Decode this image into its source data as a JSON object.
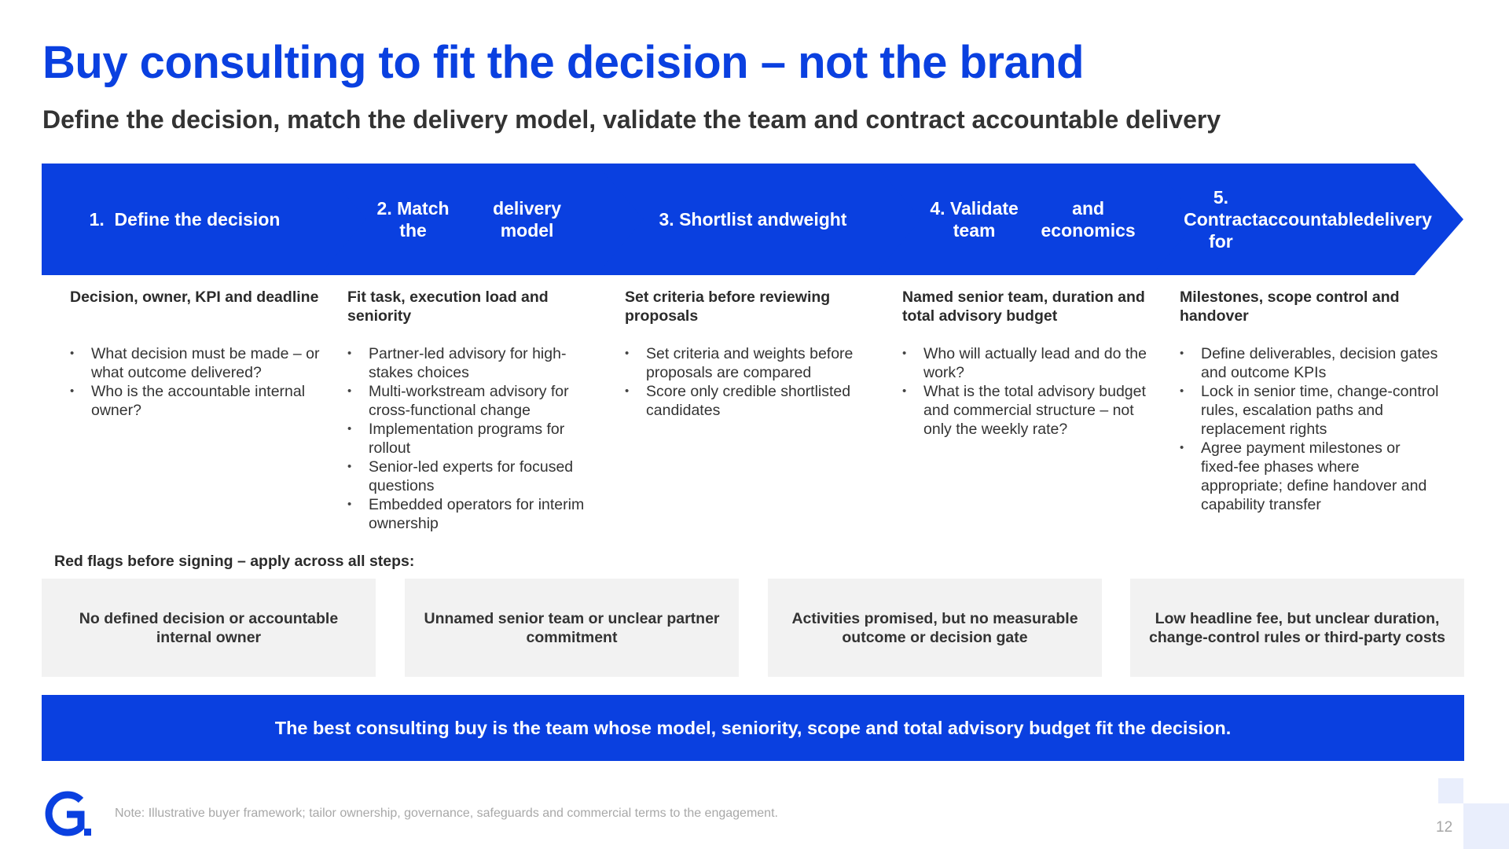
{
  "title": "Buy consulting to fit the decision – not the brand",
  "subtitle": "Define the decision, match the delivery model, validate the team and contract accountable delivery",
  "steps": [
    {
      "label_lines": [
        "1.  Define the decision"
      ],
      "heading": "Decision, owner, KPI and deadline",
      "bullets": [
        "What decision must be made – or what outcome delivered?",
        "Who is the accountable internal owner?"
      ]
    },
    {
      "label_lines": [
        "2. Match the",
        "delivery model"
      ],
      "heading": "Fit task, execution load and seniority",
      "bullets": [
        "Partner-led advisory for high-stakes choices",
        "Multi-workstream advisory for cross-functional change",
        "Implementation programs for rollout",
        "Senior-led experts for focused questions",
        "Embedded operators for interim ownership"
      ]
    },
    {
      "label_lines": [
        "3. Shortlist and",
        "weight"
      ],
      "heading": "Set criteria before reviewing proposals",
      "bullets": [
        "Set criteria and weights before proposals are compared",
        "Score only credible shortlisted candidates"
      ]
    },
    {
      "label_lines": [
        "4. Validate team",
        "and economics"
      ],
      "heading": "Named senior team, duration and total advisory budget",
      "bullets": [
        "Who will actually lead and do the work?",
        "What is the total advisory budget and commercial structure – not only the weekly rate?"
      ]
    },
    {
      "label_lines": [
        "5. Contract for",
        "accountable",
        "delivery"
      ],
      "heading": "Milestones, scope control and handover",
      "bullets": [
        "Define deliverables, decision gates and outcome KPIs",
        "Lock in senior time, change-control rules, escalation paths and replacement rights",
        "Agree payment milestones or fixed-fee phases where appropriate; define handover and capability transfer"
      ]
    }
  ],
  "red_flags": {
    "label": "Red flags before signing – apply across all steps:",
    "items": [
      "No defined decision or accountable internal owner",
      "Unnamed senior team or unclear partner commitment",
      "Activities promised, but no measurable outcome or decision gate",
      "Low headline fee, but unclear duration, change-control rules or third-party costs"
    ]
  },
  "banner": "The best consulting buy is the team whose model, seniority, scope and total advisory budget fit the decision.",
  "footer": {
    "note": "Note: Illustrative buyer framework; tailor ownership, governance, safeguards and commercial terms to the engagement.",
    "page_number": "12"
  },
  "colors": {
    "accent": "#0a40e0",
    "flag_bg": "#f2f2f2",
    "note_text": "#a8a8a8"
  },
  "icons": {
    "logo": "brand-g-logo",
    "corner_decoration": "corner-squares-decoration"
  }
}
